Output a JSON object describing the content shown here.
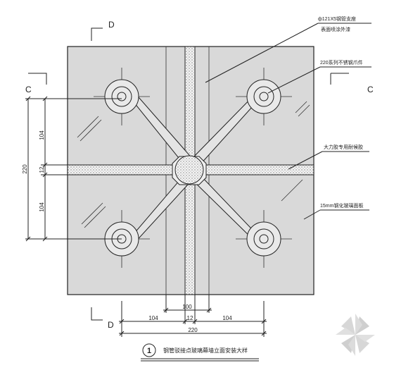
{
  "section_marks": {
    "top": "D",
    "bottom": "D",
    "left": "C",
    "right": "C"
  },
  "callouts": {
    "c1_line1": "ф121X5钢管支座",
    "c1_line2": "表面喷涂外漆",
    "c2": "220系列不锈钢爪件",
    "c3": "大力胶专用耐候胶",
    "c4": "15mm钢化玻璃面板"
  },
  "dimensions": {
    "left_total": "220",
    "left_top": "104",
    "left_mid": "12",
    "left_bottom": "104",
    "bottom_inner": "100",
    "bottom_left": "104",
    "bottom_mid": "12",
    "bottom_right": "104",
    "bottom_total": "220"
  },
  "title": {
    "number": "1",
    "text": "钢管驳接点玻璃幕墙立面安装大样"
  },
  "colors": {
    "line": "#222222",
    "panel": "#d9d9d9",
    "background": "#ffffff"
  },
  "logo_icon": "pinwheel-logo-icon"
}
